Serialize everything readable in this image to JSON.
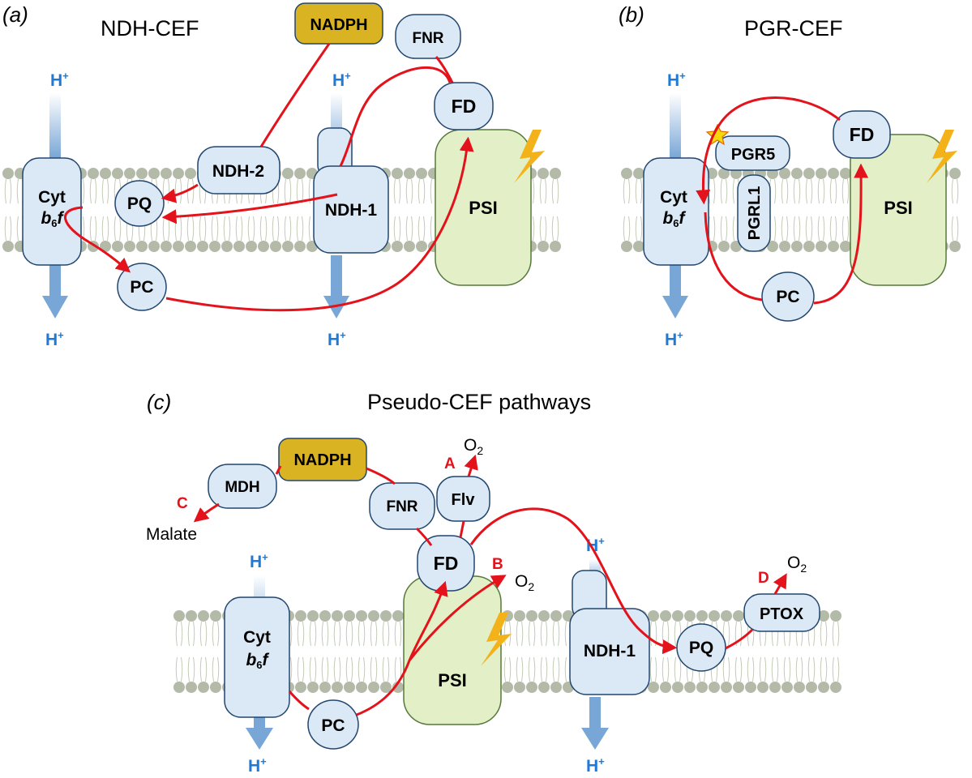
{
  "panel_a": {
    "letter": "(a)",
    "title": "NDH-CEF",
    "proteins": {
      "nadph": "NADPH",
      "fnr": "FNR",
      "fd": "FD",
      "ndh2": "NDH-2",
      "ndh1": "NDH-1",
      "pq": "PQ",
      "pc": "PC",
      "psi": "PSI",
      "cyt": "Cyt",
      "cyt_sub_b": "b",
      "cyt_sub_6": "6",
      "cyt_sub_f": "f"
    },
    "protons": {
      "cyt_top": "H",
      "cyt_bottom": "H",
      "ndh1_top": "H",
      "ndh1_bottom": "H",
      "plus": "+"
    }
  },
  "panel_b": {
    "letter": "(b)",
    "title": "PGR-CEF",
    "proteins": {
      "fd": "FD",
      "pgr5": "PGR5",
      "pgrl1": "PGRL1",
      "pc": "PC",
      "psi": "PSI",
      "cyt": "Cyt",
      "cyt_sub_b": "b",
      "cyt_sub_6": "6",
      "cyt_sub_f": "f"
    },
    "protons": {
      "cyt_top": "H",
      "cyt_bottom": "H",
      "plus": "+"
    }
  },
  "panel_c": {
    "letter": "(c)",
    "title": "Pseudo-CEF pathways",
    "proteins": {
      "nadph": "NADPH",
      "mdh": "MDH",
      "fnr": "FNR",
      "flv": "Flv",
      "fd": "FD",
      "ndh1": "NDH-1",
      "pq": "PQ",
      "ptox": "PTOX",
      "pc": "PC",
      "psi": "PSI",
      "cyt": "Cyt",
      "cyt_sub_b": "b",
      "cyt_sub_6": "6",
      "cyt_sub_f": "f"
    },
    "pathway_labels": {
      "a": "A",
      "b": "B",
      "c": "C",
      "d": "D"
    },
    "products": {
      "o2": "O",
      "o2_sub": "2",
      "malate": "Malate"
    },
    "protons": {
      "cyt_top": "H",
      "cyt_bottom": "H",
      "ndh1_top": "H",
      "ndh1_bottom": "H",
      "plus": "+"
    }
  },
  "colors": {
    "membrane_bead": "#b3baa8",
    "membrane_tail": "#c4cbb7",
    "protein_fill": "#dbe8f6",
    "protein_stroke": "#22466e",
    "psi_fill": "#e3efc7",
    "psi_stroke": "#56783a",
    "nadph_fill": "#d9b322",
    "arrow_red": "#e3121b",
    "proton_blue": "#1e7ad6",
    "proton_arrow": "#78a6d6",
    "lightning": "#f4b21a"
  }
}
